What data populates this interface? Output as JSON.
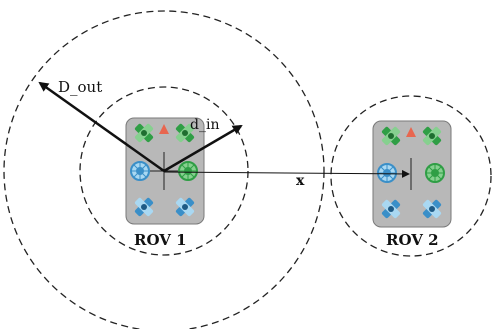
{
  "labels": {
    "d_out": "D_out",
    "d_in": "d_in",
    "x": "x",
    "rov1": "ROV 1",
    "rov2": "ROV 2"
  },
  "colors": {
    "line": "#111111",
    "dashed_circle": "#222222",
    "rov_body": "#b8b8b8",
    "thruster_green": "#2f9e45",
    "thruster_blue": "#3a8fc8",
    "triangle": "#e8664f"
  },
  "icons": [
    "thruster-green-icon",
    "thruster-blue-icon",
    "heading-triangle-icon"
  ]
}
